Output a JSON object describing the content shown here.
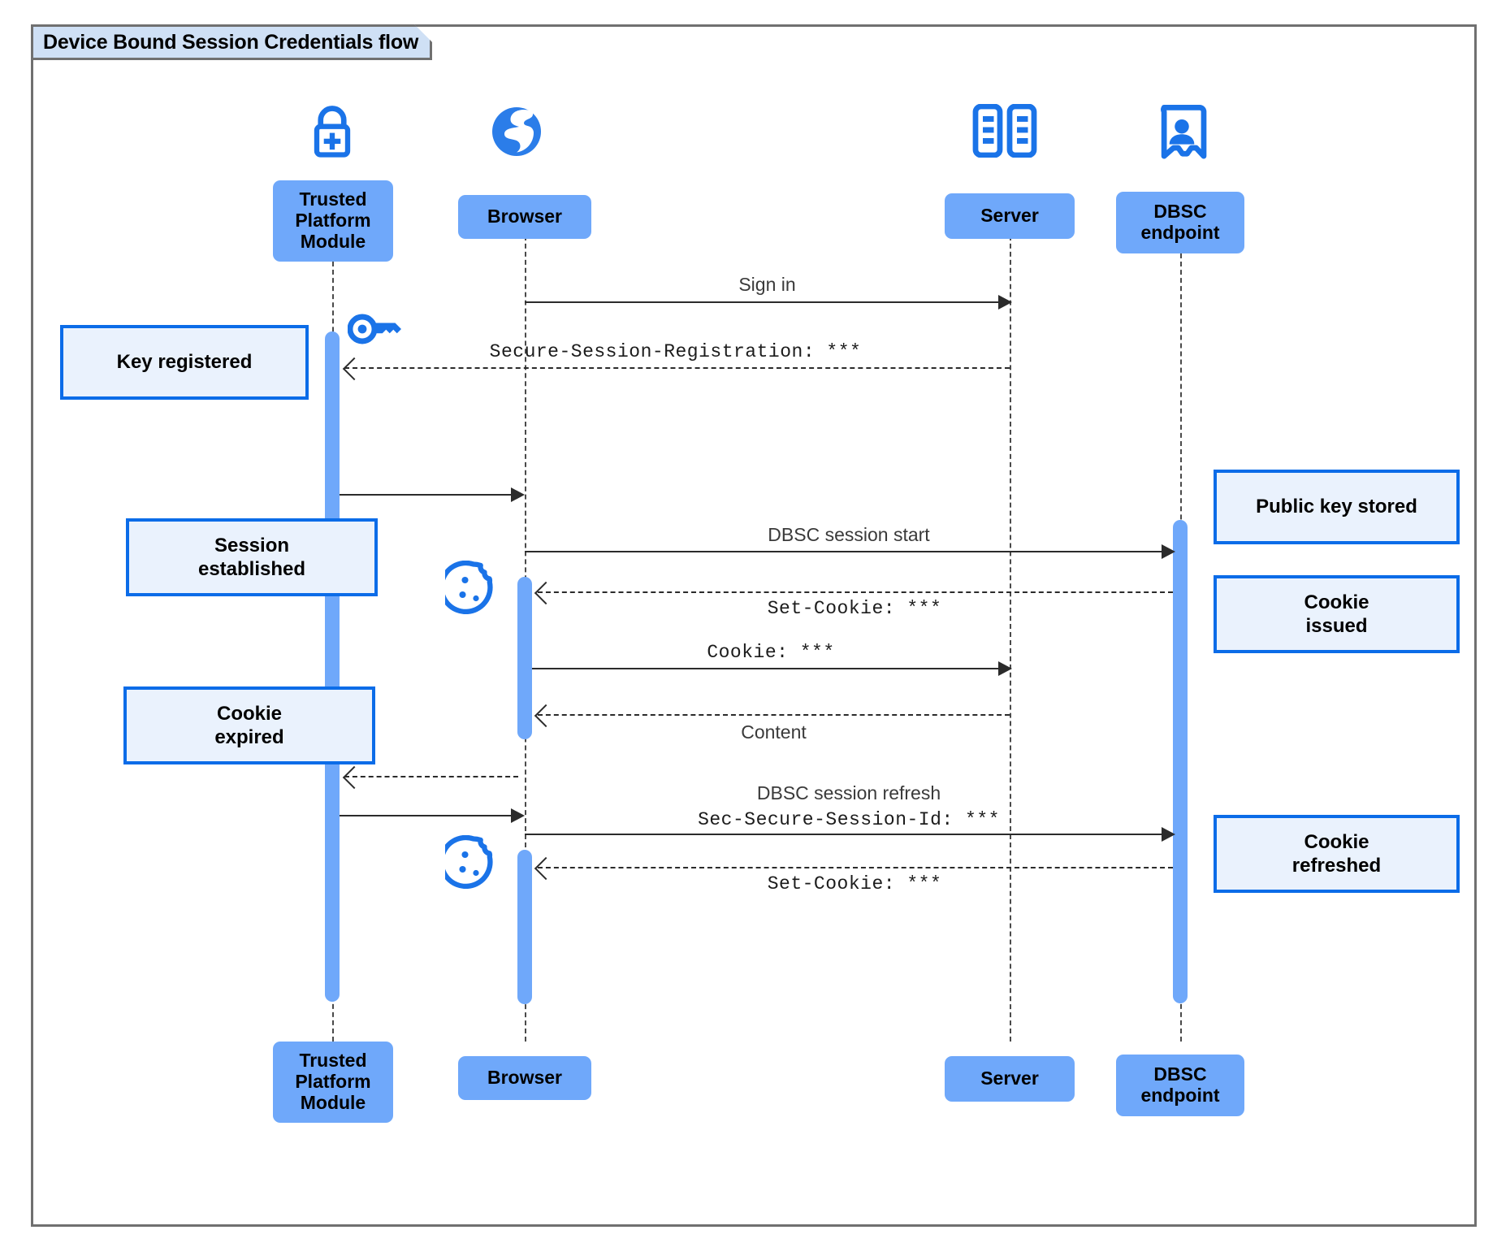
{
  "diagram": {
    "title": "Device Bound Session Credentials flow",
    "accent_blue": "#1a73e8",
    "participant_fill": "#6fa8fa",
    "note_fill": "#eaf2fd",
    "note_border": "#0b6ce8",
    "frame_border": "#707070"
  },
  "participants": [
    {
      "id": "tpm",
      "label": "Trusted\nPlatform\nModule",
      "icon": "lock-plus-icon"
    },
    {
      "id": "browser",
      "label": "Browser",
      "icon": "globe-icon"
    },
    {
      "id": "server",
      "label": "Server",
      "icon": "server-racks-icon"
    },
    {
      "id": "dbsc",
      "label": "DBSC\nendpoint",
      "icon": "id-badge-icon"
    }
  ],
  "messages": [
    {
      "id": "m1",
      "from": "browser",
      "to": "server",
      "style": "solid",
      "label": "Sign in",
      "mono": false
    },
    {
      "id": "m2",
      "from": "server",
      "to": "tpm",
      "style": "dashed",
      "label": "Secure-Session-Registration: ***",
      "mono": true
    },
    {
      "id": "m3",
      "from": "tpm",
      "to": "browser",
      "style": "solid",
      "label": "",
      "mono": false
    },
    {
      "id": "m4",
      "from": "browser",
      "to": "dbsc",
      "style": "solid",
      "label": "DBSC session start",
      "mono": false
    },
    {
      "id": "m5",
      "from": "dbsc",
      "to": "browser",
      "style": "dashed",
      "label": "Set-Cookie: ***",
      "mono": true
    },
    {
      "id": "m6",
      "from": "browser",
      "to": "server",
      "style": "solid",
      "label": "Cookie: ***",
      "mono": true
    },
    {
      "id": "m7",
      "from": "server",
      "to": "browser",
      "style": "dashed",
      "label": "Content",
      "mono": false
    },
    {
      "id": "m8",
      "from": "browser",
      "to": "tpm",
      "style": "dashed",
      "label": "",
      "mono": false
    },
    {
      "id": "m9",
      "from": "tpm",
      "to": "browser",
      "style": "solid",
      "label": "",
      "mono": false
    },
    {
      "id": "m10",
      "from": "browser",
      "to": "dbsc",
      "style": "solid",
      "label": "DBSC session refresh",
      "mono": false,
      "label2": "Sec-Secure-Session-Id: ***"
    },
    {
      "id": "m11",
      "from": "dbsc",
      "to": "browser",
      "style": "dashed",
      "label": "Set-Cookie: ***",
      "mono": true
    }
  ],
  "notes": [
    {
      "id": "n1",
      "text": "Key registered",
      "side": "left"
    },
    {
      "id": "n2",
      "text": "Session\nestablished",
      "side": "left"
    },
    {
      "id": "n3",
      "text": "Cookie\nexpired",
      "side": "left"
    },
    {
      "id": "n4",
      "text": "Public key stored",
      "side": "right"
    },
    {
      "id": "n5",
      "text": "Cookie\nissued",
      "side": "right"
    },
    {
      "id": "n6",
      "text": "Cookie\nrefreshed",
      "side": "right"
    }
  ],
  "inline_icons": [
    {
      "id": "key1",
      "name": "key-icon",
      "near": "tpm"
    },
    {
      "id": "cookie1",
      "name": "cookie-icon",
      "near": "browser"
    },
    {
      "id": "cookie2",
      "name": "cookie-icon",
      "near": "browser"
    }
  ]
}
